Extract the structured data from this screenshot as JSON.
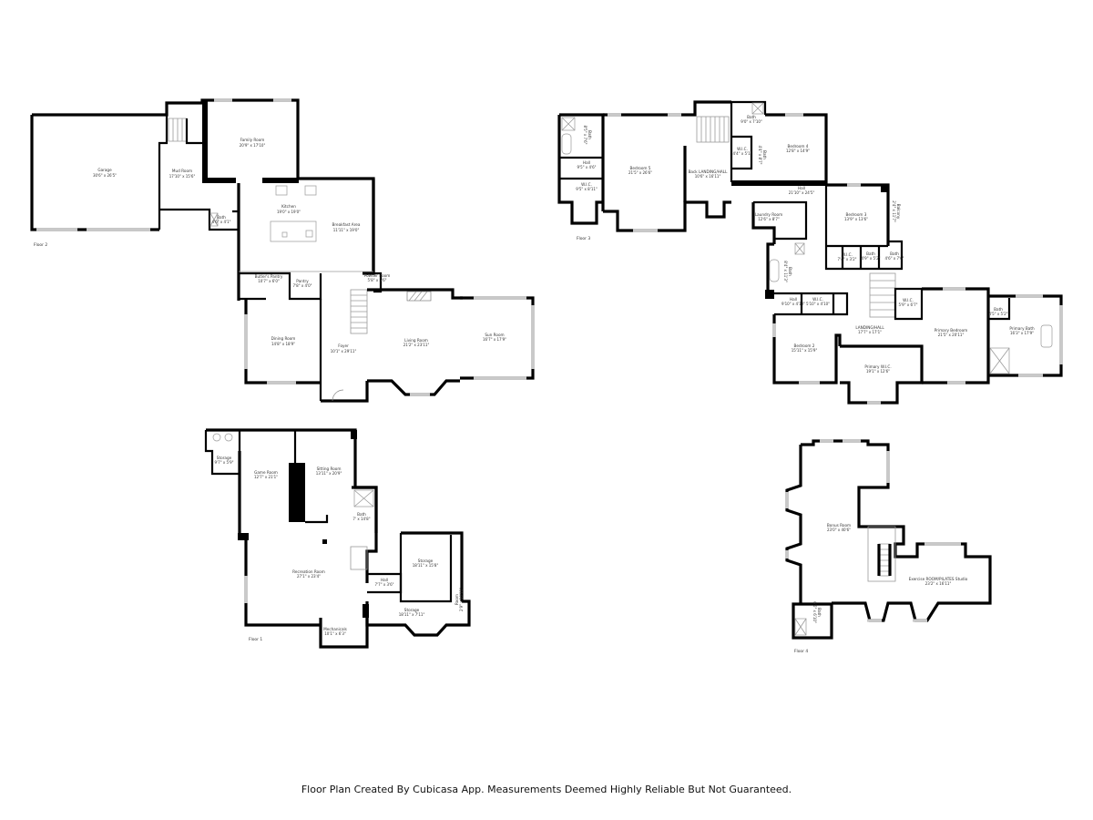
{
  "footer": {
    "disclaimer": "Floor Plan Created By Cubicasa App. Measurements Deemed Highly Reliable But Not Guaranteed."
  },
  "floors": [
    {
      "label": "Floor 2",
      "rooms": [
        {
          "name": "Garage",
          "dims": "30'6\" x 26'5\""
        },
        {
          "name": "Mud Room",
          "dims": "17'10\" x 15'6\""
        },
        {
          "name": "Family Room",
          "dims": "20'9\" x 17'10\""
        },
        {
          "name": "Bath",
          "dims": "4'6\" x 4'1\""
        },
        {
          "name": "Kitchen",
          "dims": "19'0\" x 19'0\""
        },
        {
          "name": "Breakfast Area",
          "dims": "11'11\" x 19'0\""
        },
        {
          "name": "Butler's Pantry",
          "dims": "10'7\" x 6'0\""
        },
        {
          "name": "Pantry",
          "dims": "7'8\" x 4'0\""
        },
        {
          "name": "Powder Room",
          "dims": "5'8\" x 5'6\""
        },
        {
          "name": "Dining Room",
          "dims": "14'8\" x 18'9\""
        },
        {
          "name": "Foyer",
          "dims": "10'1\" x 29'11\""
        },
        {
          "name": "Living Room",
          "dims": "21'2\" x 23'11\""
        },
        {
          "name": "Sun Room",
          "dims": "16'7\" x 17'9\""
        }
      ]
    },
    {
      "label": "Floor 3",
      "rooms": [
        {
          "name": "Bath",
          "dims": "8'5\" x 7'6\""
        },
        {
          "name": "Hall",
          "dims": "9'5\" x 4'6\""
        },
        {
          "name": "W.I.C.",
          "dims": "9'5\" x 8'11\""
        },
        {
          "name": "Bedroom 5",
          "dims": "21'5\" x 26'6\""
        },
        {
          "name": "Back LANDING/HALL",
          "dims": "10'6\" x 16'11\""
        },
        {
          "name": "Bath",
          "dims": "9'0\" x 7'10\""
        },
        {
          "name": "W.I.C.",
          "dims": "4'4\" x 5'1\""
        },
        {
          "name": "Bath",
          "dims": "4'4\" x 8'7\""
        },
        {
          "name": "Bedroom 4",
          "dims": "12'8\" x 14'9\""
        },
        {
          "name": "Hall",
          "dims": "21'10\" x 24'5\""
        },
        {
          "name": "Laundry Room",
          "dims": "12'6\" x 8'7\""
        },
        {
          "name": "Bedroom 3",
          "dims": "13'9\" x 13'6\""
        },
        {
          "name": "Balcony",
          "dims": "2'4\" x 11'7\""
        },
        {
          "name": "W.I.C.",
          "dims": "7'4\" x 3'2\""
        },
        {
          "name": "Bath",
          "dims": "4'9\" x 5'2\""
        },
        {
          "name": "Bath",
          "dims": "4'6\" x 7'6\""
        },
        {
          "name": "Bath",
          "dims": "8'4\" x 11'3\""
        },
        {
          "name": "Hall",
          "dims": "9'10\" x 4'10\""
        },
        {
          "name": "W.I.C.",
          "dims": "5'10\" x 4'10\""
        },
        {
          "name": "LANDING/HALL",
          "dims": "17'7\" x 17'1\""
        },
        {
          "name": "W.I.C.",
          "dims": "5'9\" x 6'7\""
        },
        {
          "name": "Bedroom 2",
          "dims": "15'11\" x 15'9\""
        },
        {
          "name": "Primary W.I.C.",
          "dims": "19'1\" x 12'6\""
        },
        {
          "name": "Primary Bedroom",
          "dims": "21'5\" x 20'11\""
        },
        {
          "name": "Bath",
          "dims": "4'5\" x 5'2\""
        },
        {
          "name": "Primary Bath",
          "dims": "16'3\" x 17'9\""
        }
      ]
    },
    {
      "label": "Floor 1",
      "rooms": [
        {
          "name": "Storage",
          "dims": "9'7\" x 5'9\""
        },
        {
          "name": "Game Room",
          "dims": "12'7\" x 21'1\""
        },
        {
          "name": "Sitting Room",
          "dims": "13'11\" x 20'9\""
        },
        {
          "name": "Bath",
          "dims": "7' x 14'8\""
        },
        {
          "name": "Recreation Room",
          "dims": "27'1\" x 23'4\""
        },
        {
          "name": "Hall",
          "dims": "7'7\" x 3'6\""
        },
        {
          "name": "Storage",
          "dims": "18'11\" x 15'8\""
        },
        {
          "name": "Storage",
          "dims": "18'11\" x 7'11\""
        },
        {
          "name": "Room",
          "dims": "2'9\" x 10'11\""
        },
        {
          "name": "Mechanicals",
          "dims": "10'1\" x 6'3\""
        }
      ]
    },
    {
      "label": "Floor 4",
      "rooms": [
        {
          "name": "Bonus Room",
          "dims": "23'0\" x 40'6\""
        },
        {
          "name": "Exercise ROOM/PILATES Studio",
          "dims": "23'2\" x 16'11\""
        },
        {
          "name": "Bath",
          "dims": "6'6\" x 6'10\""
        }
      ]
    }
  ]
}
